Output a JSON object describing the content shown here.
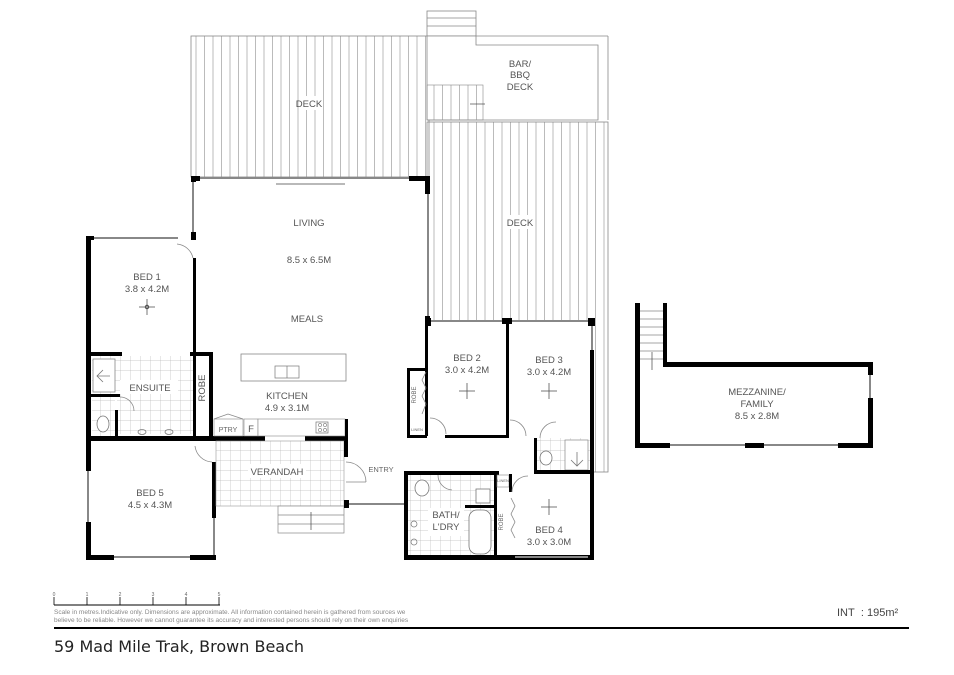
{
  "plan": {
    "address": "59 Mad Mile Trak, Brown Beach",
    "area_label": "INT",
    "area_value": ": 195m²",
    "disclaimer_line1": "Scale in metres.Indicative only. Dimensions are approximate. All information contained herein is gathered from sources we",
    "disclaimer_line2": "believe to be reliable. However we cannot guarantee its accuracy and interested persons should rely on their own enquiries",
    "scale_ticks": [
      "0",
      "1",
      "2",
      "3",
      "4",
      "5"
    ],
    "rooms": {
      "deck_main": "DECK",
      "deck_side": "DECK",
      "bar_bbq_1": "BAR/",
      "bar_bbq_2": "BBQ",
      "bar_bbq_3": "DECK",
      "living": "LIVING",
      "living_dim": "8.5 x 6.5M",
      "meals": "MEALS",
      "kitchen": "KITCHEN",
      "kitchen_dim": "4.9 x 3.1M",
      "bed1": "BED 1",
      "bed1_dim": "3.8 x 4.2M",
      "ensuite": "ENSUITE",
      "robe1": "ROBE",
      "ptry": "PTRY",
      "fridge": "F",
      "bed5": "BED 5",
      "bed5_dim": "4.5 x 4.3M",
      "verandah": "VERANDAH",
      "entry": "ENTRY",
      "bed2": "BED 2",
      "bed2_dim": "3.0 x 4.2M",
      "bed3": "BED 3",
      "bed3_dim": "3.0 x 4.2M",
      "robe2": "ROBE",
      "linen1": "LINEN",
      "linen2": "LINEN",
      "bath1": "BATH/",
      "bath2": "L'DRY",
      "robe3": "ROBE",
      "bed4": "BED 4",
      "bed4_dim": "3.0 x 3.0M",
      "mezz1": "MEZZANINE/",
      "mezz2": "FAMILY",
      "mezz_dim": "8.5 x 2.8M"
    }
  }
}
